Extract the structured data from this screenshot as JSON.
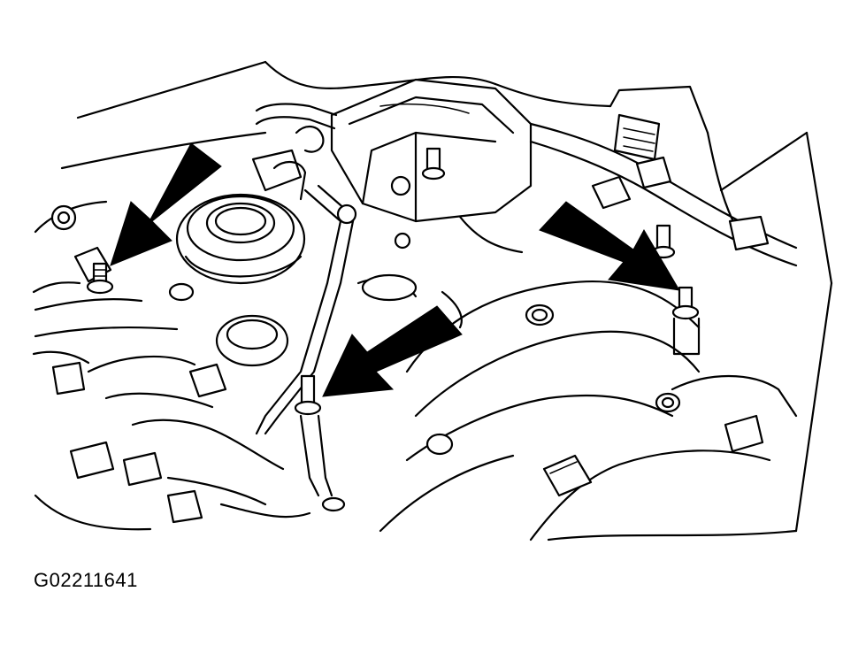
{
  "figure": {
    "id_label": "G02211641"
  },
  "colors": {
    "line": "#000000",
    "background": "#ffffff"
  },
  "callouts": [
    {
      "name": "arrow-left-injector",
      "points_to": "injector-left"
    },
    {
      "name": "arrow-center-injector",
      "points_to": "injector-center"
    },
    {
      "name": "arrow-right-injector",
      "points_to": "injector-right"
    }
  ]
}
